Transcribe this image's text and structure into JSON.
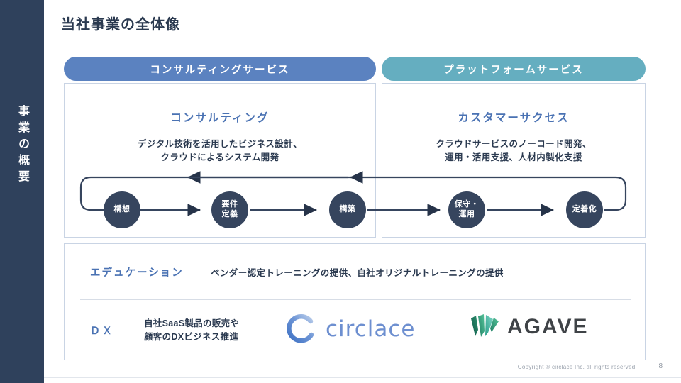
{
  "sidebar": {
    "label": "事業の概要"
  },
  "header": {
    "title": "当社事業の全体像"
  },
  "pills": {
    "consulting": "コンサルティングサービス",
    "platform": "プラットフォームサービス"
  },
  "colors": {
    "sidebar": "#2f415c",
    "consulting_pill": "#5b82c0",
    "platform_pill": "#65aec0",
    "node": "#36455e",
    "heading_blue": "#4a72b3",
    "panel_border": "#c9d4e4"
  },
  "panels": {
    "left": {
      "heading": "コンサルティング",
      "desc_line1": "デジタル技術を活用したビジネス設計、",
      "desc_line2": "クラウドによるシステム開発"
    },
    "right": {
      "heading": "カスタマーサクセス",
      "desc_line1": "クラウドサービスのノーコード開発、",
      "desc_line2": "運用・活用支援、人材内製化支援"
    }
  },
  "flow": {
    "nodes": [
      {
        "id": "kousou",
        "line1": "構想",
        "line2": ""
      },
      {
        "id": "youken-teigi",
        "line1": "要件",
        "line2": "定義"
      },
      {
        "id": "kouchiku",
        "line1": "構築",
        "line2": ""
      },
      {
        "id": "hoshu-unyou",
        "line1": "保守・",
        "line2": "運用"
      },
      {
        "id": "teichakuka",
        "line1": "定着化",
        "line2": ""
      }
    ]
  },
  "education": {
    "label": "エデュケーション",
    "text": "ベンダー認定トレーニングの提供、自社オリジナルトレーニングの提供"
  },
  "dx": {
    "label": "ＤＸ",
    "text_line1": "自社SaaS製品の販売や",
    "text_line2": "顧客のDXビジネス推進",
    "logos": [
      {
        "name": "circlace",
        "wordmark": "circlace"
      },
      {
        "name": "agave",
        "wordmark": "AGAVE"
      }
    ]
  },
  "footer": {
    "copyright": "Copyright ® circlace Inc. all rights reserved.",
    "page_number": "8"
  }
}
